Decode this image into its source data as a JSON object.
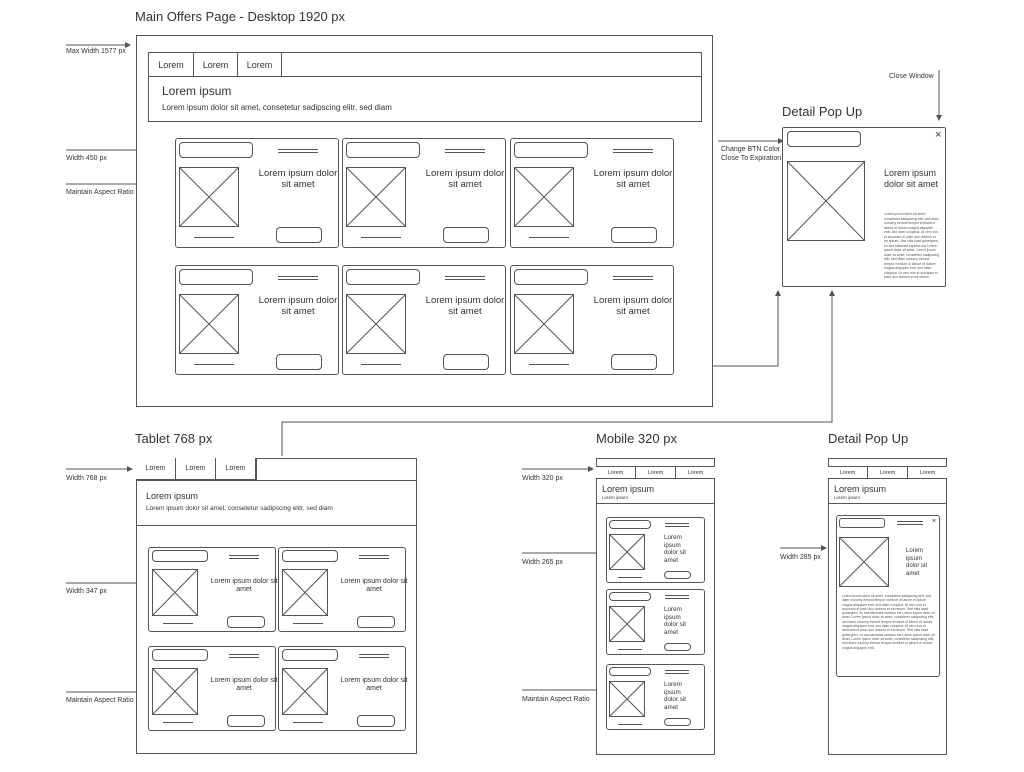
{
  "desktop": {
    "title": "Main Offers Page - Desktop 1920 px",
    "nav": [
      "Lorem",
      "Lorem",
      "Lorem"
    ],
    "heading": "Lorem ipsum",
    "subheading": "Lorem ipsum dolor sit amet, consetetur sadipscing elitr, sed diam",
    "card_text": "Lorem ipsum dolor sit amet",
    "notes": {
      "max_width": "Max Width 1577  px",
      "card_width": "Width 450 px",
      "aspect": "Maintain Aspect Ratio",
      "btn_color": "Change BTN Color Close To Expiration"
    }
  },
  "detail_popup": {
    "title": "Detail Pop Up",
    "close_note": "Close Window",
    "text": "Lorem ipsum dolor sit amet",
    "body": "Lorem ipsum dolor sit amet, consetetur sadipscing elitr, sed diam nonumy eirmod tempor invidunt ut labore et dolore magna aliquyam erat, sed diam voluptua. At vero eos et accusam et justo duo dolores et ea rebum. Stet clita kasd gubergren, no sea takimata sanctus est Lorem ipsum dolor sit amet. Lorem ipsum dolor sit amet, consetetur sadipscing elitr, sed diam nonumy eirmod tempor invidunt ut labore et dolore magna aliquyam erat, sed diam voluptua. At vero eos et accusam et justo duo dolores et ea rebum.",
    "close_symbol": "×"
  },
  "tablet": {
    "title": "Tablet 768 px",
    "nav": [
      "Lorem",
      "Lorem",
      "Lorem"
    ],
    "heading": "Lorem ipsum",
    "subheading": "Lorem ipsum dolor sit amet, consetetur sadipscing elitr, sed diam",
    "card_text": "Lorem ipsum dolor sit amet",
    "notes": {
      "width": "Width 768 px",
      "card_width": "Width 347 px",
      "aspect": "Maintain Aspect Ratio"
    }
  },
  "mobile": {
    "title": "Mobile 320 px",
    "nav": [
      "Lorem",
      "Lorem",
      "Lorem"
    ],
    "heading": "Lorem ipsum",
    "subheading": "Lorem ipsum",
    "card_text": "Lorem ipsum dolor sit amet",
    "notes": {
      "width": "Width 320 px",
      "card_width": "Width 265 px",
      "aspect": "Maintain Aspect Ratio"
    }
  },
  "mobile_popup": {
    "title": "Detail Pop Up",
    "nav": [
      "Lorem",
      "Lorem",
      "Lorem"
    ],
    "heading": "Lorem ipsum",
    "subheading": "Lorem ipsum",
    "text": "Lorem ipsum dolor sit amet",
    "body": "Lorem ipsum dolor sit amet, consetetur sadipscing elitr, sed diam nonumy eirmod tempor invidunt ut labore et dolore magna aliquyam erat, sed diam voluptua. At vero eos et accusam et justo duo dolores et ea rebum. Stet clita kasd gubergren, no sea takimata sanctus est Lorem ipsum dolor sit amet. Lorem ipsum dolor sit amet, consetetur sadipscing elitr, sed diam nonumy eirmod tempor invidunt ut labore et dolore magna aliquyam erat, sed diam voluptua. At vero eos et accusam et justo duo dolores et ea rebum. Stet clita kasd gubergren, no sea takimata sanctus est Lorem ipsum dolor sit amet. Lorem ipsum dolor sit amet, consetetur sadipscing elitr, sed diam nonumy eirmod tempor invidunt ut labore et dolore magna aliquyam erat.",
    "close_symbol": "×",
    "notes": {
      "width": "Width 285 px"
    }
  },
  "colors": {
    "line": "#555555",
    "text": "#333333"
  }
}
